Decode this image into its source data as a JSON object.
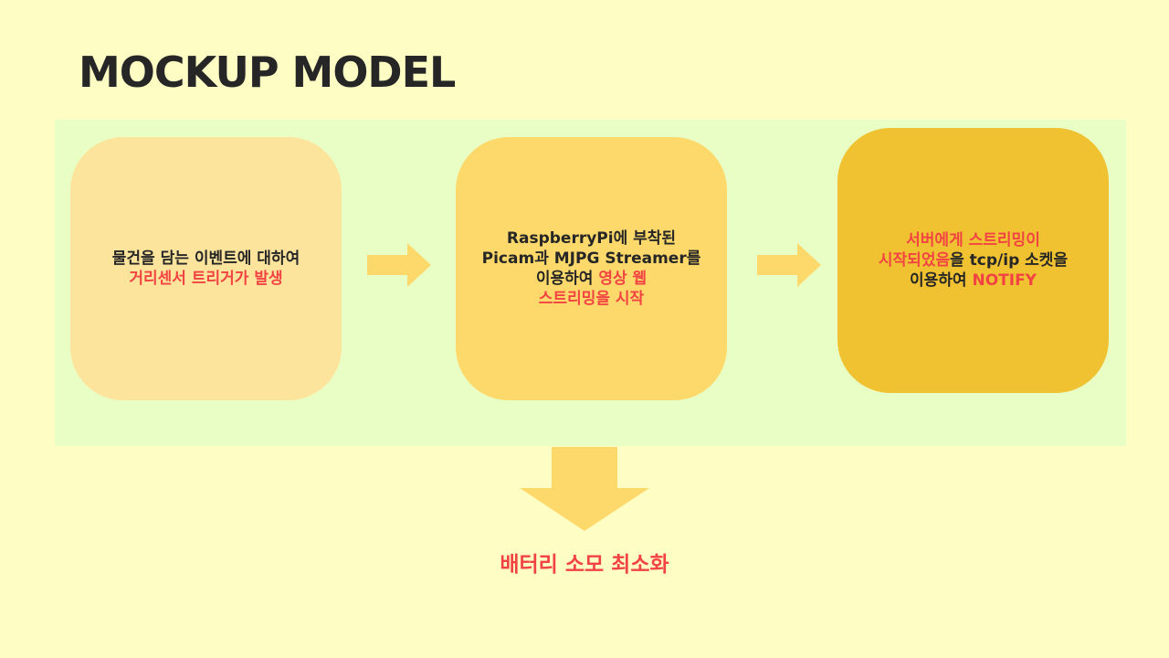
{
  "title": "MOCKUP MODEL",
  "steps": [
    {
      "lines": [
        [
          {
            "text": "물건을 담는 이벤트에 대하여",
            "hl": false
          }
        ],
        [
          {
            "text": "거리센서 트리거가 발생",
            "hl": true
          }
        ]
      ]
    },
    {
      "lines": [
        [
          {
            "text": "RaspberryPi에 부착된",
            "hl": false
          }
        ],
        [
          {
            "text": "Picam과 MJPG Streamer를",
            "hl": false
          }
        ],
        [
          {
            "text": "이용하여 ",
            "hl": false
          },
          {
            "text": "영상 웹",
            "hl": true
          }
        ],
        [
          {
            "text": "스트리밍을 시작",
            "hl": true
          }
        ]
      ]
    },
    {
      "lines": [
        [
          {
            "text": "서버에게 스트리밍이",
            "hl": true
          }
        ],
        [
          {
            "text": "시작되었음",
            "hl": true
          },
          {
            "text": "을 tcp/ip 소켓을",
            "hl": false
          }
        ],
        [
          {
            "text": "이용하여 ",
            "hl": false
          },
          {
            "text": "NOTIFY",
            "hl": true
          }
        ]
      ]
    }
  ],
  "result": "배터리 소모 최소화",
  "colors": {
    "background": "#fefec4",
    "band": "#e9fec4",
    "step1": "#fde49c",
    "step2": "#fdd96b",
    "step3": "#f0c232",
    "arrow": "#fdd96b",
    "highlight": "#f24343"
  }
}
